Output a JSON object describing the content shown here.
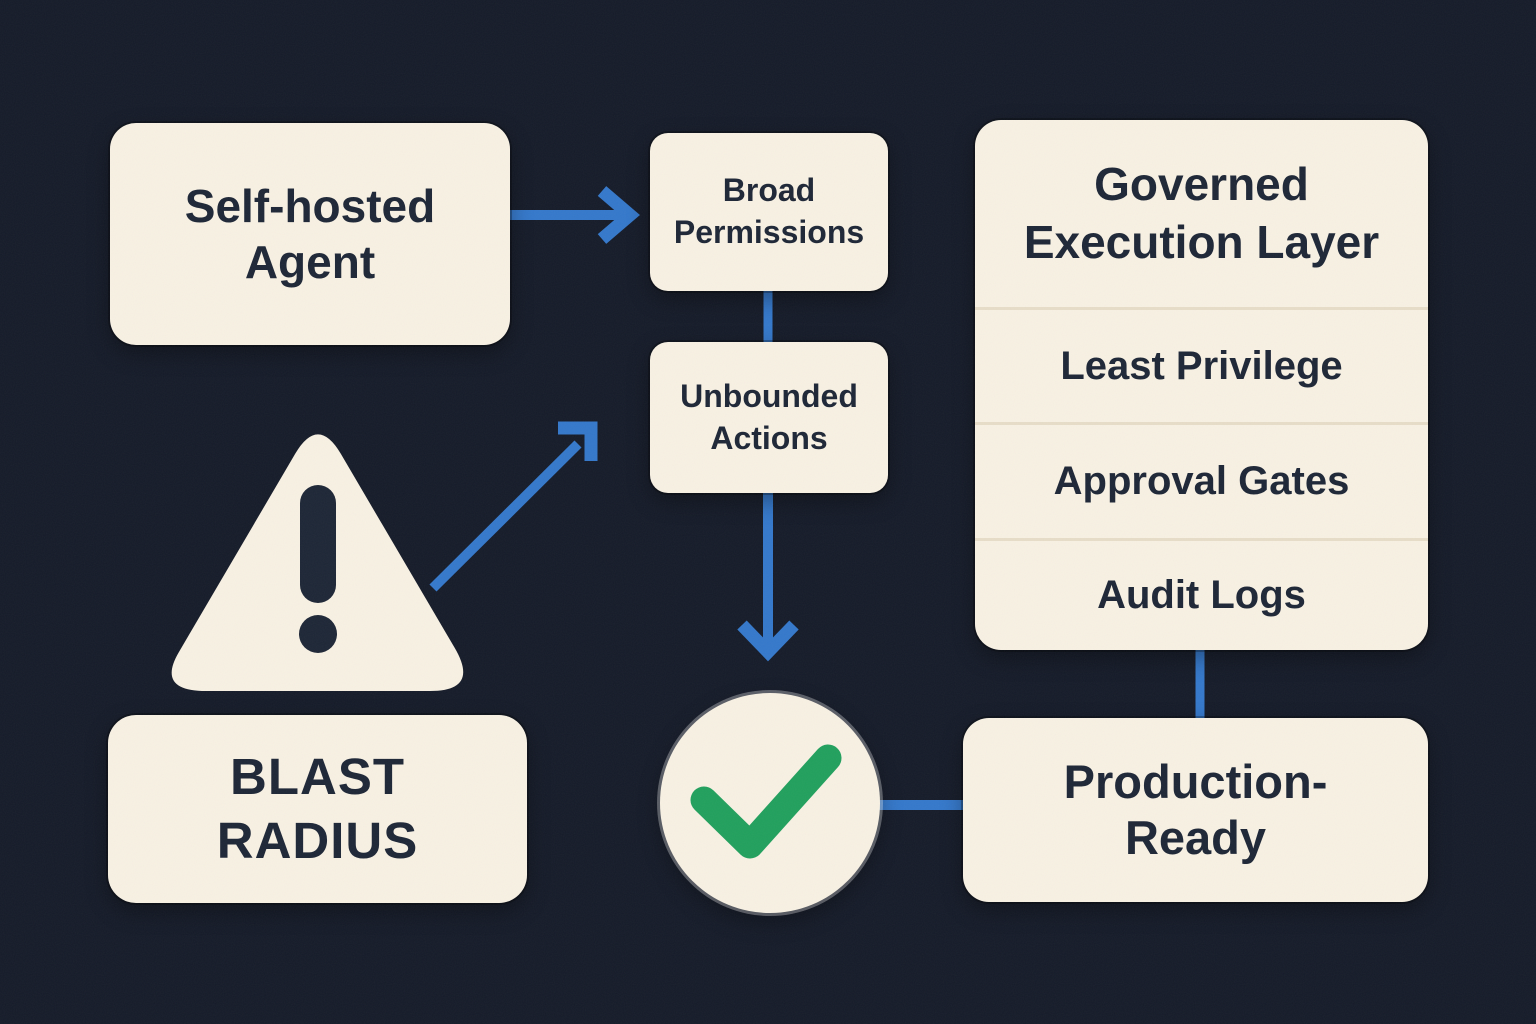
{
  "colors": {
    "background": "#151b29",
    "card_cream": "#f8f1e3",
    "accent_blue": "#3478cb",
    "success_green": "#21a05d",
    "text_dark": "#1d2636",
    "divider": "#e7ddc8"
  },
  "nodes": {
    "self_hosted_agent": {
      "lines": [
        "Self-hosted",
        "Agent"
      ]
    },
    "broad_permissions": {
      "lines": [
        "Broad",
        "Permissions"
      ]
    },
    "unbounded_actions": {
      "lines": [
        "Unbounded",
        "Actions"
      ]
    },
    "blast_radius": {
      "lines": [
        "BLAST",
        "RADIUS"
      ]
    },
    "governed_execution_layer": {
      "title_lines": [
        "Governed",
        "Execution Layer"
      ],
      "rows": [
        "Least Privilege",
        "Approval Gates",
        "Audit Logs"
      ]
    },
    "production_ready": {
      "lines": [
        "Production-",
        "Ready"
      ]
    }
  },
  "icons": {
    "warning": "warning-triangle-icon",
    "check": "checkmark-icon"
  }
}
